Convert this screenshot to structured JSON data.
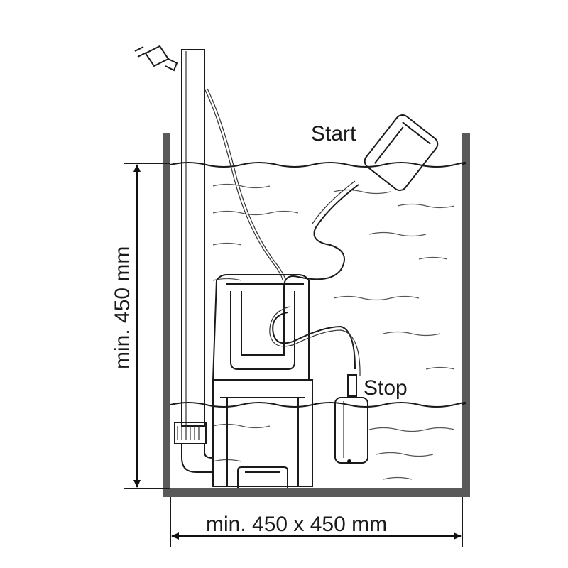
{
  "labels": {
    "start": "Start",
    "stop": "Stop",
    "min_height": "min. 450 mm",
    "min_base": "min. 450 x 450 mm"
  },
  "colors": {
    "wall": "#555555",
    "line": "#1a1a1a"
  }
}
